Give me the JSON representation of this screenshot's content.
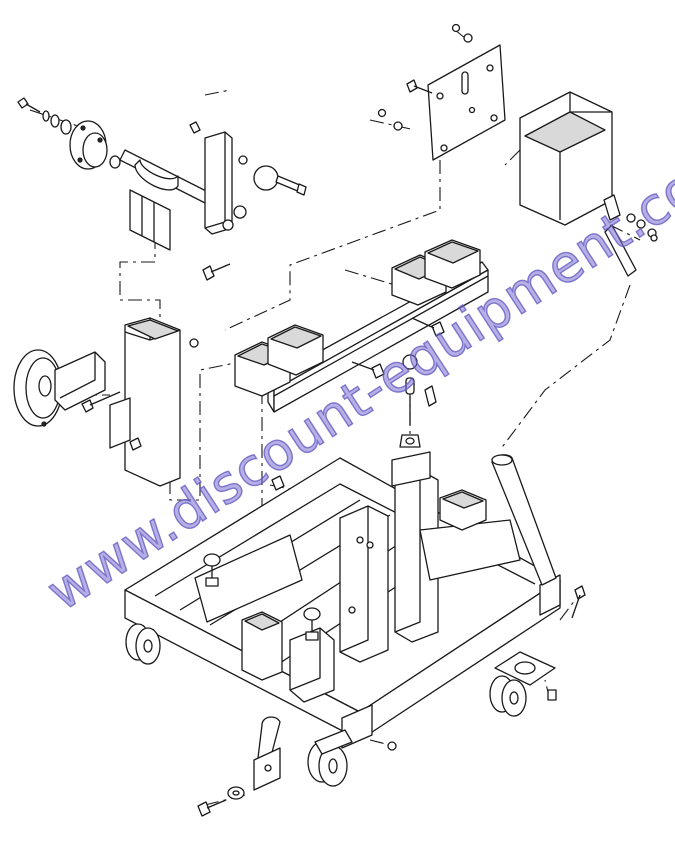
{
  "image": {
    "kind": "exploded-parts-drawing",
    "subject": "wheeled transmission jack stand with caster wheels, mounting plates, cradle and hardware",
    "line_color": "#1a1a1a",
    "background": "#ffffff"
  },
  "watermark": {
    "text": "www.discount-equipment.com",
    "color": "#786ed2"
  }
}
